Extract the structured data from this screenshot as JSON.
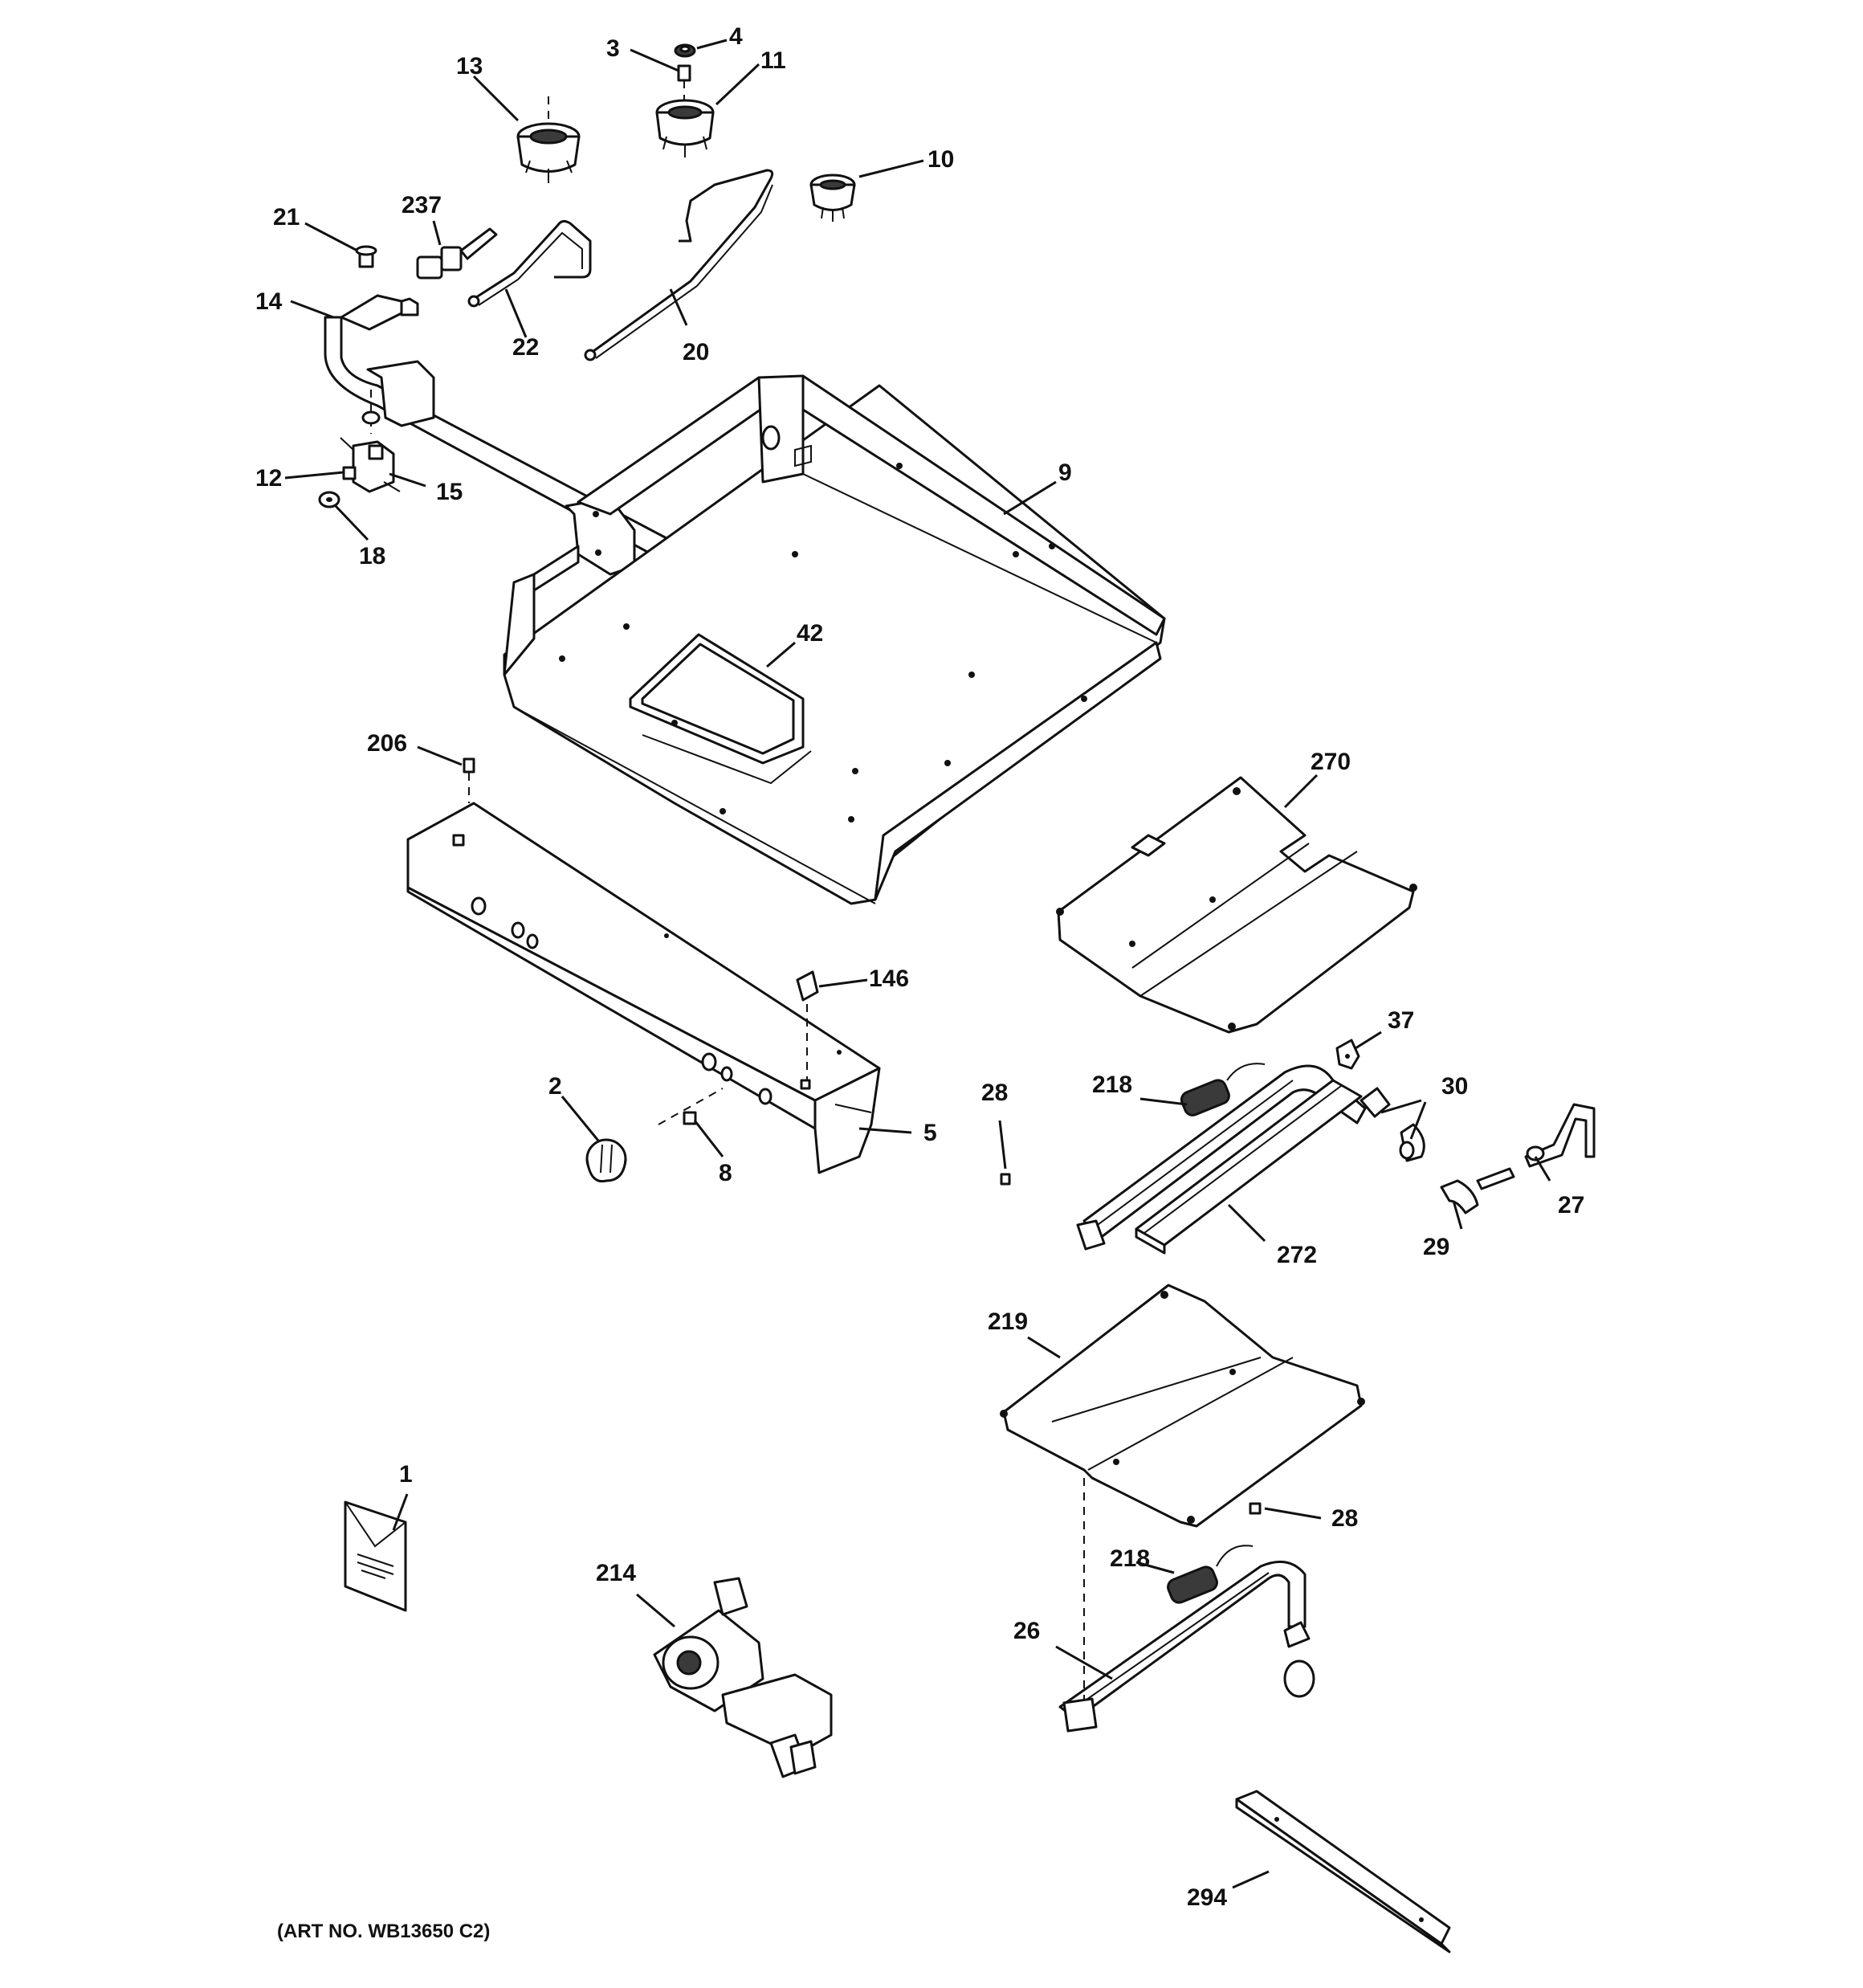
{
  "art_number": "(ART NO. WB13650 C2)",
  "callouts": {
    "c1": "1",
    "c2": "2",
    "c3": "3",
    "c4": "4",
    "c5": "5",
    "c8": "8",
    "c9": "9",
    "c10": "10",
    "c11": "11",
    "c12": "12",
    "c13": "13",
    "c14": "14",
    "c15": "15",
    "c18": "18",
    "c20": "20",
    "c21": "21",
    "c22": "22",
    "c26": "26",
    "c27": "27",
    "c28a": "28",
    "c28b": "28",
    "c29": "29",
    "c30": "30",
    "c37": "37",
    "c42": "42",
    "c146": "146",
    "c206": "206",
    "c214": "214",
    "c218a": "218",
    "c218b": "218",
    "c219": "219",
    "c237": "237",
    "c270": "270",
    "c272": "272",
    "c294": "294"
  }
}
